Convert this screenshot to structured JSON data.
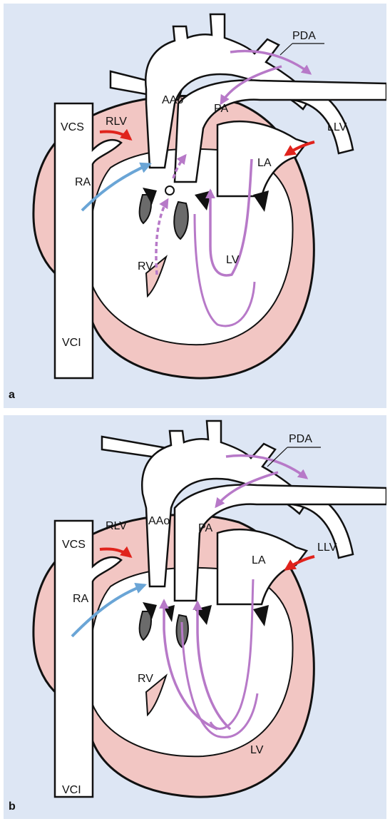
{
  "colors": {
    "background": "#dde6f4",
    "myocardium": "#f2c6c3",
    "outline": "#111111",
    "valve": "#6b6b6b",
    "flow_purple": "#b779c8",
    "flow_blue": "#6aa5d6",
    "flow_red": "#e0231c"
  },
  "panels": [
    {
      "letter": "a",
      "labels": {
        "pda": "PDA",
        "aao": "AAo",
        "pa": "PA",
        "rlv": "RLV",
        "vcs": "VCS",
        "llv": "LLV",
        "la": "LA",
        "ra": "RA",
        "rv": "RV",
        "lv": "LV",
        "vci": "VCI"
      }
    },
    {
      "letter": "b",
      "labels": {
        "pda": "PDA",
        "aao": "AAo",
        "pa": "PA",
        "rlv": "RLV",
        "vcs": "VCS",
        "llv": "LLV",
        "la": "LA",
        "ra": "RA",
        "rv": "RV",
        "lv": "LV",
        "vci": "VCI"
      }
    }
  ]
}
